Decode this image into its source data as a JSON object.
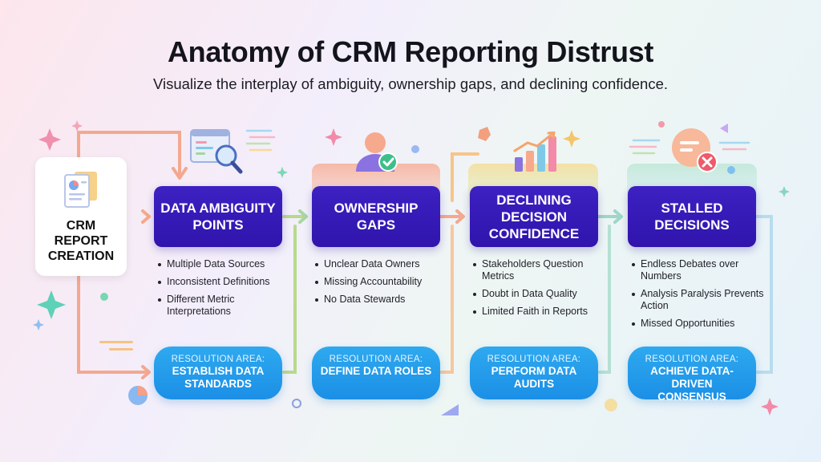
{
  "title": "Anatomy of CRM Reporting Distrust",
  "subtitle": "Visualize the interplay of ambiguity, ownership gaps, and declining confidence.",
  "start": {
    "label": "CRM REPORT CREATION"
  },
  "stages": [
    {
      "title": "DATA AMBIGUITY POINTS",
      "bullets": [
        "Multiple Data Sources",
        "Inconsistent Definitions",
        "Different Metric Interpretations"
      ],
      "resolution_label": "RESOLUTION AREA:",
      "resolution_text": "ESTABLISH DATA STANDARDS",
      "icon": "search-report-icon"
    },
    {
      "title": "OWNERSHIP GAPS",
      "bullets": [
        "Unclear Data Owners",
        "Missing Accountability",
        "No Data Stewards"
      ],
      "resolution_label": "RESOLUTION AREA:",
      "resolution_text": "DEFINE DATA ROLES",
      "icon": "user-check-icon"
    },
    {
      "title": "DECLINING DECISION CONFIDENCE",
      "bullets": [
        "Stakeholders Question Metrics",
        "Doubt in Data Quality",
        "Limited Faith in Reports"
      ],
      "resolution_label": "RESOLUTION AREA:",
      "resolution_text": "PERFORM DATA AUDITS",
      "icon": "bar-chart-icon"
    },
    {
      "title": "STALLED DECISIONS",
      "bullets": [
        "Endless Debates over Numbers",
        "Analysis Paralysis Prevents Action",
        "Missed Opportunities"
      ],
      "resolution_label": "RESOLUTION AREA:",
      "resolution_text": "ACHIEVE DATA-DRIVEN CONSENSUS",
      "icon": "stop-message-icon"
    }
  ],
  "colors": {
    "stage_header": "#3418b4",
    "resolution_pill": "#1f95e8",
    "arrow_warm": "#f5a48a",
    "arrow_cool": "#9fd6c8"
  }
}
